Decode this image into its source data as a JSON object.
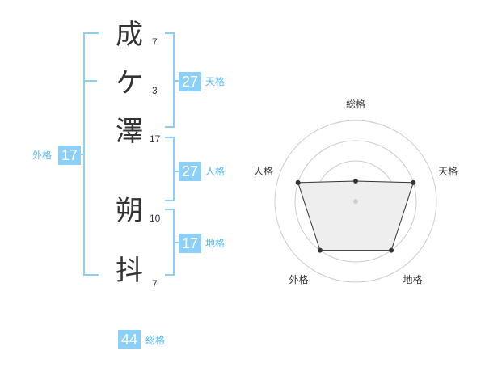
{
  "name": {
    "characters": [
      {
        "char": "成",
        "strokes": "7"
      },
      {
        "char": "ケ",
        "strokes": "3"
      },
      {
        "char": "澤",
        "strokes": "17"
      },
      {
        "char": "朔",
        "strokes": "10"
      },
      {
        "char": "抖",
        "strokes": "7"
      }
    ]
  },
  "scores": {
    "tenkaku": {
      "value": "27",
      "label": "天格"
    },
    "jinkaku": {
      "value": "27",
      "label": "人格"
    },
    "chikaku": {
      "value": "17",
      "label": "地格"
    },
    "gaikaku": {
      "value": "17",
      "label": "外格"
    },
    "soukaku": {
      "value": "44",
      "label": "総格"
    }
  },
  "colors": {
    "accent": "#8ccff7",
    "accent_text": "#56b8ee",
    "bracket": "#8ccff7",
    "radar_fill": "#eeeeee",
    "radar_line": "#333333",
    "grid": "#cccccc"
  },
  "chart_data": {
    "type": "radar",
    "axes": [
      "総格",
      "天格",
      "地格",
      "外格",
      "人格"
    ],
    "values": [
      0.25,
      0.75,
      0.75,
      0.75,
      0.75
    ],
    "scale_max": 1,
    "grid_rings": 4
  }
}
